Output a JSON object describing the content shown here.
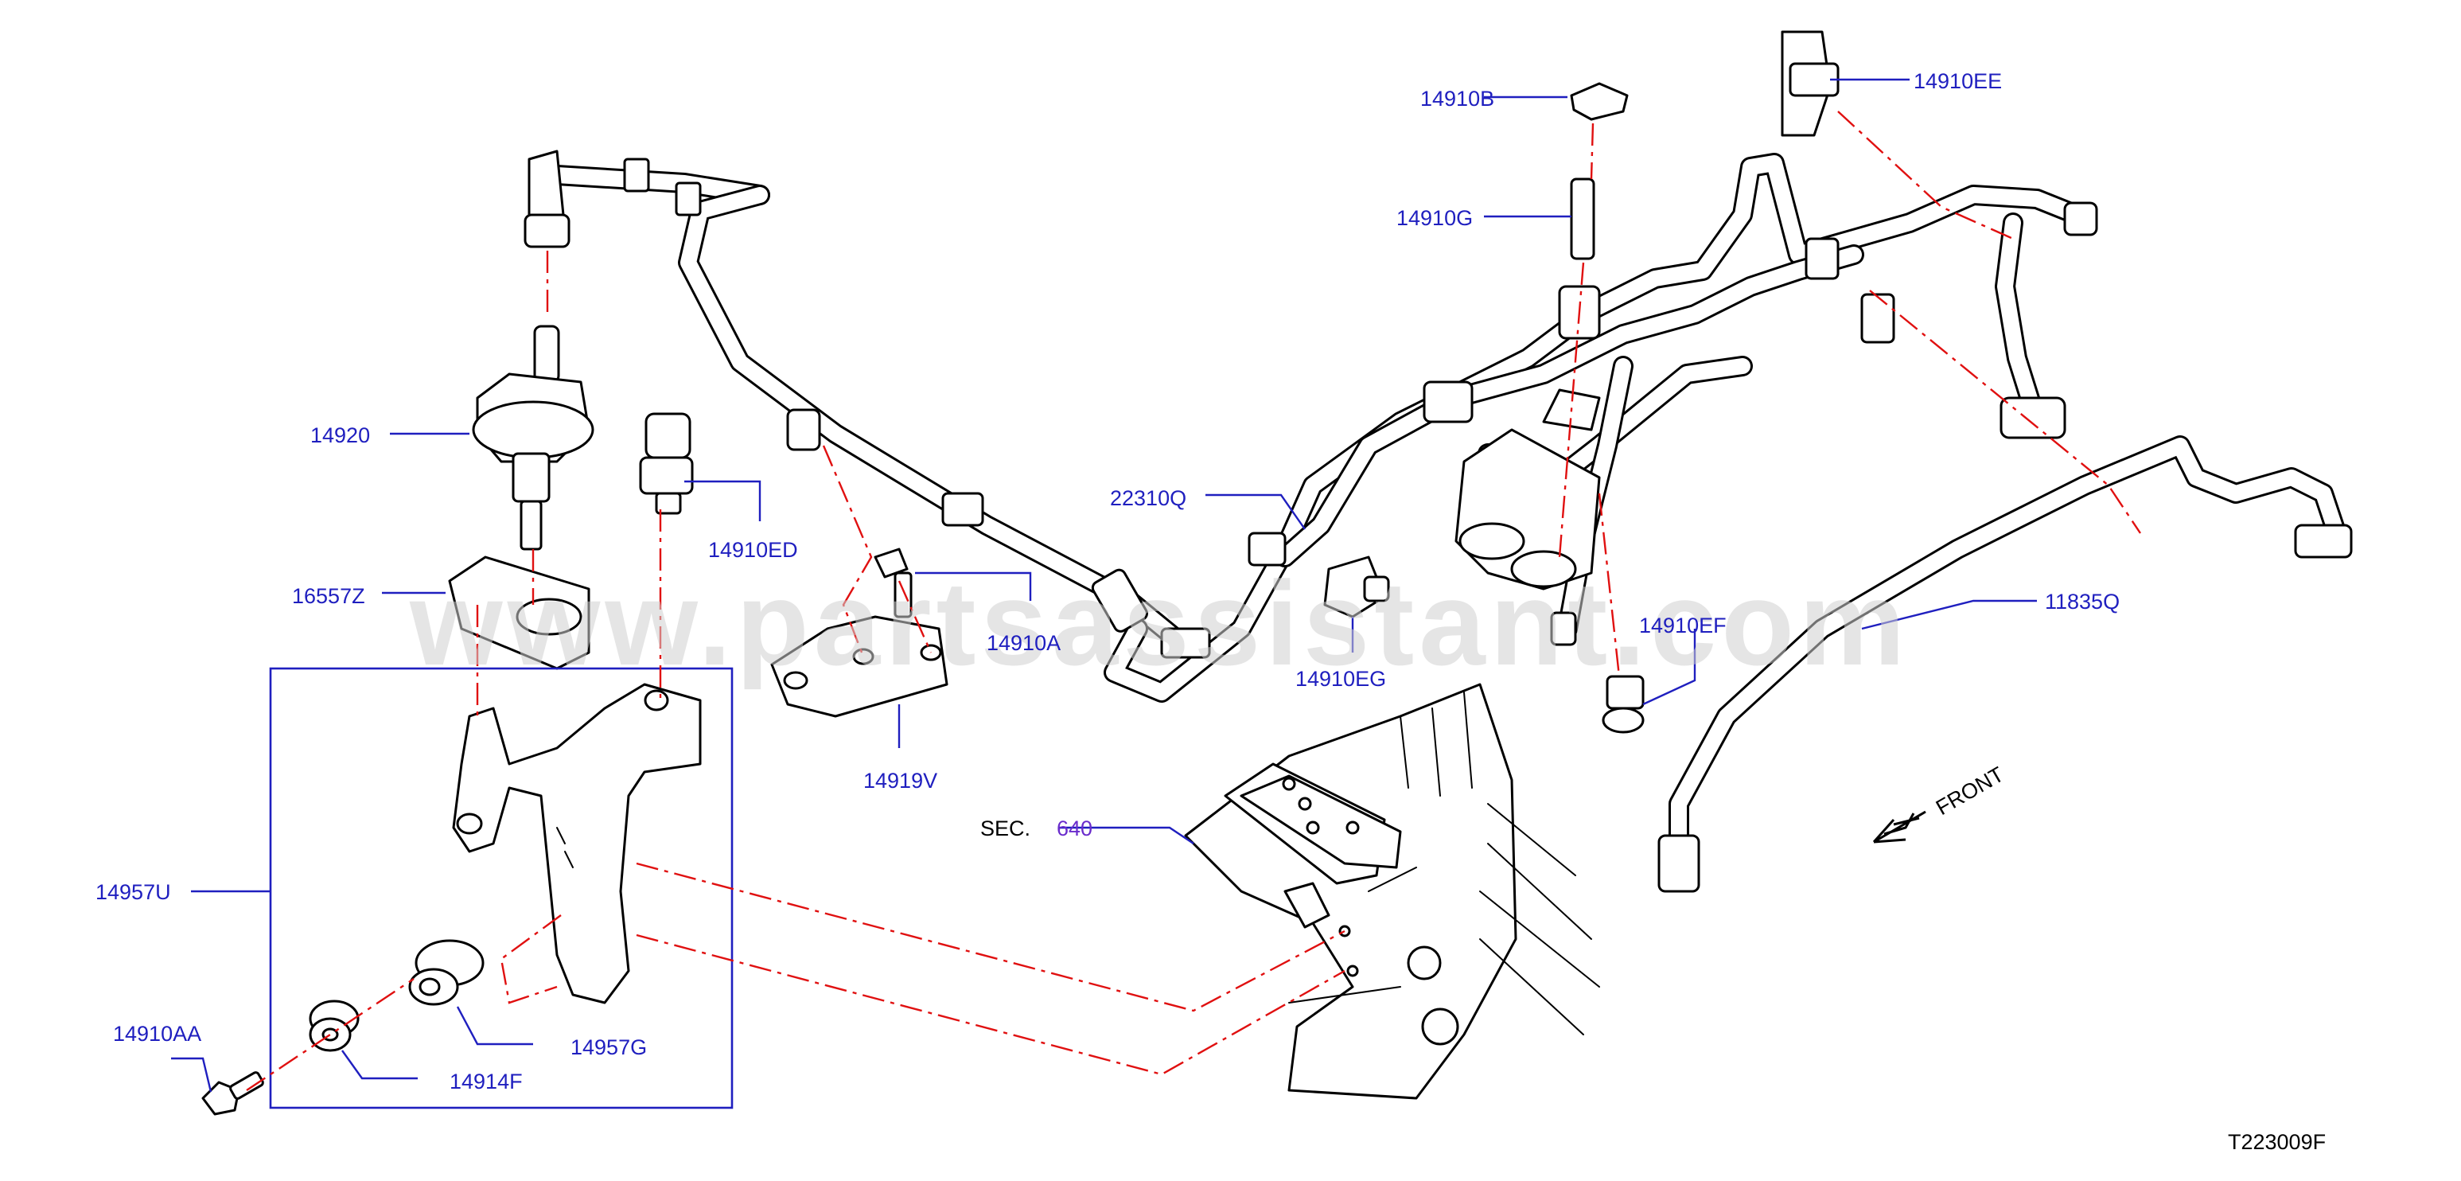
{
  "colors": {
    "label": "#1f1fbf",
    "leader": "#1f1fbf",
    "dashed": "#e01010",
    "line": "#000000",
    "watermark": "#cfcfcf",
    "section_number": "#6a2ccc",
    "drawing_code": "#000000"
  },
  "watermark": "www.partsassistant.com",
  "drawing_code": "T223009F",
  "front_label": "FRONT",
  "section_ref": {
    "prefix": "SEC.",
    "number": "640"
  },
  "labels": {
    "p14910B": "14910B",
    "p14910G": "14910G",
    "p14910EE": "14910EE",
    "p14920": "14920",
    "p14910ED": "14910ED",
    "p22310Q": "22310Q",
    "p16557Z": "16557Z",
    "p14910A": "14910A",
    "p14910EG": "14910EG",
    "p14910EF": "14910EF",
    "p11835Q": "11835Q",
    "p14919V": "14919V",
    "p14957U": "14957U",
    "p14957G": "14957G",
    "p14910AA": "14910AA",
    "p14914F": "14914F"
  },
  "icons": [
    "front-arrow-icon"
  ]
}
